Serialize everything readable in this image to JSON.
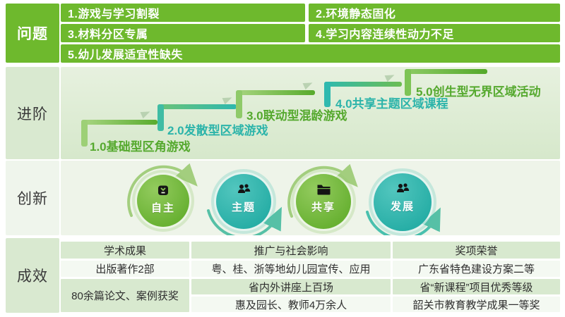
{
  "problems": {
    "label": "问题",
    "items": [
      "1.游戏与学习割裂",
      "2.环境静态固化",
      "3.材料分区专属",
      "4.学习内容连续性动力不足",
      "5.幼儿发展适宜性缺失"
    ]
  },
  "progression": {
    "label": "进阶",
    "steps": [
      {
        "text": "1.0基础型区角游戏",
        "color": "green"
      },
      {
        "text": "2.0发散型区域游戏",
        "color": "teal"
      },
      {
        "text": "3.0联动型混龄游戏",
        "color": "green"
      },
      {
        "text": "4.0共享主题区域课程",
        "color": "teal"
      },
      {
        "text": "5.0创生型无界区域活动",
        "color": "green"
      }
    ]
  },
  "innovation": {
    "label": "创新",
    "circles": [
      {
        "label": "自主",
        "color": "green",
        "icon": "bag-icon"
      },
      {
        "label": "主题",
        "color": "teal",
        "icon": "group-icon"
      },
      {
        "label": "共享",
        "color": "green",
        "icon": "folder-icon"
      },
      {
        "label": "发展",
        "color": "teal",
        "icon": "group-icon"
      }
    ]
  },
  "results": {
    "label": "成效",
    "columns": [
      {
        "header": "学术成果",
        "cells": [
          "出版著作2部",
          "80余篇论文、案例获奖"
        ]
      },
      {
        "header": "推广与社会影响",
        "cells": [
          "粤、桂、浙等地幼儿园宣传、应用",
          "省内外讲座上百场",
          "惠及园长、教师4万余人"
        ]
      },
      {
        "header": "奖项荣誉",
        "cells": [
          "广东省特色建设方案二等",
          "省“新课程”项目优秀等级",
          "韶关市教育教学成果一等奖"
        ]
      }
    ]
  },
  "colors": {
    "box-green": "#6eb92d",
    "step-green": "#55a92e",
    "step-teal": "#2cb4aa",
    "circle-green": "#68b132",
    "circle-teal": "#29b2a9",
    "arc-green": "#a3ce7e",
    "arc-teal": "#56c0a6",
    "cell-green": "#d8e9cf",
    "cell-light": "#f4f9f2",
    "label-dark": "#3a3a3a"
  }
}
